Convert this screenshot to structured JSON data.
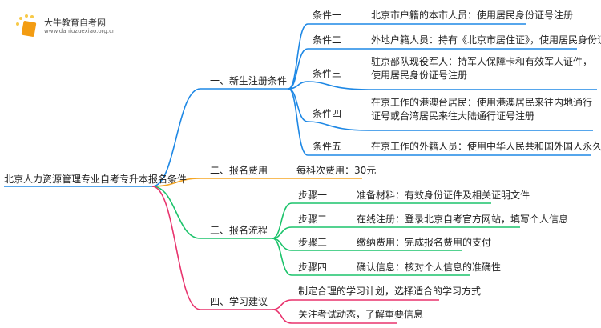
{
  "logo": {
    "title": "大牛教育自考网",
    "url": "www.daniuzuexiao.org.cn"
  },
  "root": "北京人力资源管理专业自考专升本报名条件",
  "colors": {
    "blue": "#1e88e5",
    "orange": "#f5a623",
    "green": "#1cc36b",
    "pink": "#e8336d"
  },
  "branches": [
    {
      "label": "一、新生注册条件",
      "children": [
        {
          "label": "条件一",
          "desc": "北京市户籍的本市人员：使用居民身份证号注册"
        },
        {
          "label": "条件二",
          "desc": "外地户籍人员：持有《北京市居住证》，使用居民身份证号注册"
        },
        {
          "label": "条件三",
          "desc": "驻京部队现役军人：持军人保障卡和有效军人证件，使用居民身份证号注册"
        },
        {
          "label": "条件四",
          "desc": "在京工作的港澳台居民：使用港澳居民来往内地通行证号或台湾居民来往大陆通行证号注册"
        },
        {
          "label": "条件五",
          "desc": "在京工作的外籍人员：使用中华人民共和国外国人永久居留证号注册"
        }
      ]
    },
    {
      "label": "二、报名费用",
      "children": [
        {
          "desc": "每科次费用：30元"
        }
      ]
    },
    {
      "label": "三、报名流程",
      "children": [
        {
          "label": "步骤一",
          "desc": "准备材料：有效身份证件及相关证明文件"
        },
        {
          "label": "步骤二",
          "desc": "在线注册：登录北京自考官方网站，填写个人信息"
        },
        {
          "label": "步骤三",
          "desc": "缴纳费用：完成报名费用的支付"
        },
        {
          "label": "步骤四",
          "desc": "确认信息：核对个人信息的准确性"
        }
      ]
    },
    {
      "label": "四、学习建议",
      "children": [
        {
          "desc": "制定合理的学习计划，选择适合的学习方式"
        },
        {
          "desc": "关注考试动态，了解重要信息"
        }
      ]
    }
  ]
}
